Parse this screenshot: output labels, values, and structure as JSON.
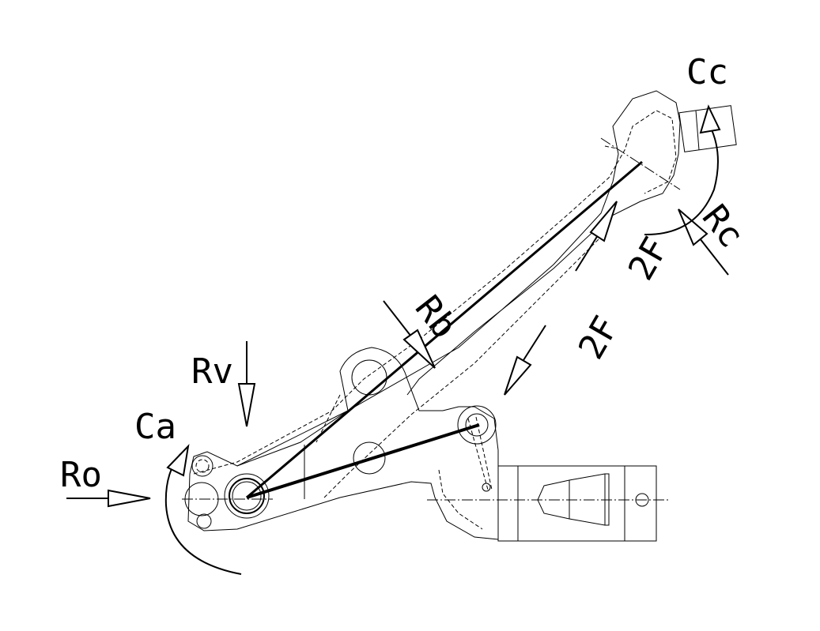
{
  "diagram": {
    "labels": {
      "cc": "Cc",
      "rc": "Rc",
      "f_upper": "2F",
      "f_lower": "2F",
      "rb": "Rb",
      "rv": "Rv",
      "ca": "Ca",
      "ro": "Ro"
    }
  }
}
